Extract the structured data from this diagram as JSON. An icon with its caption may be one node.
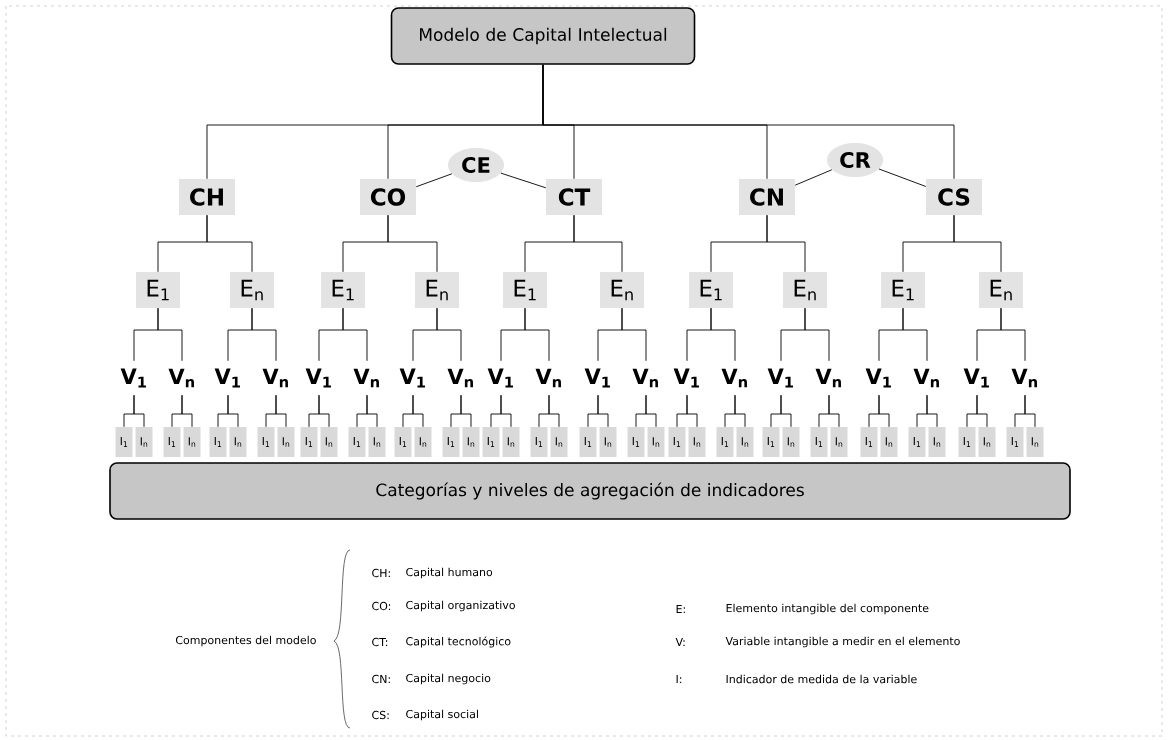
{
  "diagram": {
    "nodes": [
      {
        "text": [
          "Modelo de Capital Intelectual"
        ]
      },
      {
        "text": [
          "CH"
        ]
      },
      {
        "text": [
          "CO"
        ]
      },
      {
        "text": [
          "CE"
        ]
      },
      {
        "text": [
          "CT"
        ]
      },
      {
        "text": [
          "CN"
        ]
      },
      {
        "text": [
          "CR"
        ]
      },
      {
        "text": [
          "CS"
        ]
      },
      {
        "text": [
          "E$_{1}$"
        ]
      },
      {
        "text": [
          "E$_{n}$"
        ]
      },
      {
        "text": [
          "E$_{1}$"
        ]
      },
      {
        "text": [
          "E$_{n}$"
        ]
      },
      {
        "text": [
          "E$_{1}$"
        ]
      },
      {
        "text": [
          "E$_{n}$"
        ]
      },
      {
        "text": [
          "E$_{1}$"
        ]
      },
      {
        "text": [
          "E$_{n}$"
        ]
      },
      {
        "text": [
          "E$_{1}$"
        ]
      },
      {
        "text": [
          "E$_{n}$"
        ]
      },
      {
        "text": [
          "V$_{1}$"
        ]
      },
      {
        "text": [
          "V$_{n}$"
        ]
      },
      {
        "text": [
          "V$_{1}$"
        ]
      },
      {
        "text": [
          "V$_{n}$"
        ]
      },
      {
        "text": [
          "V$_{1}$"
        ]
      },
      {
        "text": [
          "V$_{n}$"
        ]
      },
      {
        "text": [
          "V$_{1}$"
        ]
      },
      {
        "text": [
          "V$_{n}$"
        ]
      },
      {
        "text": [
          "V$_{1}$"
        ]
      },
      {
        "text": [
          "V$_{n}$"
        ]
      },
      {
        "text": [
          "V$_{1}$"
        ]
      },
      {
        "text": [
          "V$_{n}$"
        ]
      },
      {
        "text": [
          "V$_{1}$"
        ]
      },
      {
        "text": [
          "V$_{n}$"
        ]
      },
      {
        "text": [
          "V$_{1}$"
        ]
      },
      {
        "text": [
          "V$_{n}$"
        ]
      },
      {
        "text": [
          "V$_{1}$"
        ]
      },
      {
        "text": [
          "V$_{n}$"
        ]
      },
      {
        "text": [
          "V$_{1}$"
        ]
      },
      {
        "text": [
          "V$_{n}$"
        ]
      },
      {
        "text": [
          "I$_{1}$"
        ]
      },
      {
        "text": [
          "I$_{n}$"
        ]
      },
      {
        "text": [
          "I$_{1}$"
        ]
      },
      {
        "text": [
          "I$_{n}$"
        ]
      },
      {
        "text": [
          "I$_{1}$"
        ]
      },
      {
        "text": [
          "I$_{n}$"
        ]
      },
      {
        "text": [
          "I$_{1}$"
        ]
      },
      {
        "text": [
          "I$_{n}$"
        ]
      },
      {
        "text": [
          "I$_{1}$"
        ]
      },
      {
        "text": [
          "I$_{n}$"
        ]
      },
      {
        "text": [
          "I$_{1}$"
        ]
      },
      {
        "text": [
          "I$_{n}$"
        ]
      },
      {
        "text": [
          "I$_{1}$"
        ]
      },
      {
        "text": [
          "I$_{n}$"
        ]
      },
      {
        "text": [
          "I$_{1}$"
        ]
      },
      {
        "text": [
          "I$_{n}$"
        ]
      },
      {
        "text": [
          "I$_{1}$"
        ]
      },
      {
        "text": [
          "I$_{n}$"
        ]
      },
      {
        "text": [
          "I$_{1}$"
        ]
      },
      {
        "text": [
          "I$_{n}$"
        ]
      },
      {
        "text": [
          "I$_{1}$"
        ]
      },
      {
        "text": [
          "I$_{n}$"
        ]
      },
      {
        "text": [
          "I$_{1}$"
        ]
      },
      {
        "text": [
          "I$_{n}$"
        ]
      },
      {
        "text": [
          "I$_{1}$"
        ]
      },
      {
        "text": [
          "I$_{n}$"
        ]
      },
      {
        "text": [
          "I$_{1}$"
        ]
      },
      {
        "text": [
          "I$_{n}$"
        ]
      },
      {
        "text": [
          "I$_{1}$"
        ]
      },
      {
        "text": [
          "I$_{n}$"
        ]
      },
      {
        "text": [
          "I$_{1}$"
        ]
      },
      {
        "text": [
          "I$_{n}$"
        ]
      },
      {
        "text": [
          "I$_{1}$"
        ]
      },
      {
        "text": [
          "I$_{n}$"
        ]
      },
      {
        "text": [
          "I$_{1}$"
        ]
      },
      {
        "text": [
          "I$_{n}$"
        ]
      },
      {
        "text": [
          "I$_{1}$"
        ]
      },
      {
        "text": [
          "I$_{n}$"
        ]
      },
      {
        "text": [
          "I$_{1}$"
        ]
      },
      {
        "text": [
          "I$_{n}$"
        ]
      },
      {
        "text": [
          "Categorías y niveles de agregación de indicadores"
        ]
      }
    ],
    "edges": [
      {
        "from": 0,
        "to": 1,
        "arrow": "none"
      },
      {
        "from": 0,
        "to": 2,
        "arrow": "none"
      },
      {
        "from": 0,
        "to": 4,
        "arrow": "none"
      },
      {
        "from": 0,
        "to": 5,
        "arrow": "none"
      },
      {
        "from": 0,
        "to": 7,
        "arrow": "none"
      },
      {
        "from": 3,
        "to": 2,
        "arrow": "none"
      },
      {
        "from": 3,
        "to": 4,
        "arrow": "none"
      },
      {
        "from": 6,
        "to": 5,
        "arrow": "none"
      },
      {
        "from": 6,
        "to": 7,
        "arrow": "none"
      },
      {
        "from": 1,
        "to": 8,
        "arrow": "none"
      },
      {
        "from": 1,
        "to": 9,
        "arrow": "none"
      },
      {
        "from": 2,
        "to": 10,
        "arrow": "none"
      },
      {
        "from": 2,
        "to": 11,
        "arrow": "none"
      },
      {
        "from": 4,
        "to": 12,
        "arrow": "none"
      },
      {
        "from": 4,
        "to": 13,
        "arrow": "none"
      },
      {
        "from": 5,
        "to": 14,
        "arrow": "none"
      },
      {
        "from": 5,
        "to": 15,
        "arrow": "none"
      },
      {
        "from": 7,
        "to": 16,
        "arrow": "none"
      },
      {
        "from": 7,
        "to": 17,
        "arrow": "none"
      },
      {
        "from": 8,
        "to": 18,
        "arrow": "none"
      },
      {
        "from": 8,
        "to": 19,
        "arrow": "none"
      },
      {
        "from": 9,
        "to": 20,
        "arrow": "none"
      },
      {
        "from": 9,
        "to": 21,
        "arrow": "none"
      },
      {
        "from": 10,
        "to": 22,
        "arrow": "none"
      },
      {
        "from": 10,
        "to": 23,
        "arrow": "none"
      },
      {
        "from": 11,
        "to": 24,
        "arrow": "none"
      },
      {
        "from": 11,
        "to": 25,
        "arrow": "none"
      },
      {
        "from": 12,
        "to": 26,
        "arrow": "none"
      },
      {
        "from": 12,
        "to": 27,
        "arrow": "none"
      },
      {
        "from": 13,
        "to": 28,
        "arrow": "none"
      },
      {
        "from": 13,
        "to": 29,
        "arrow": "none"
      },
      {
        "from": 14,
        "to": 30,
        "arrow": "none"
      },
      {
        "from": 14,
        "to": 31,
        "arrow": "none"
      },
      {
        "from": 15,
        "to": 32,
        "arrow": "none"
      },
      {
        "from": 15,
        "to": 33,
        "arrow": "none"
      },
      {
        "from": 16,
        "to": 34,
        "arrow": "none"
      },
      {
        "from": 16,
        "to": 35,
        "arrow": "none"
      },
      {
        "from": 17,
        "to": 36,
        "arrow": "none"
      },
      {
        "from": 17,
        "to": 37,
        "arrow": "none"
      },
      {
        "from": 18,
        "to": 38,
        "arrow": "none"
      },
      {
        "from": 18,
        "to": 39,
        "arrow": "none"
      },
      {
        "from": 19,
        "to": 40,
        "arrow": "none"
      },
      {
        "from": 19,
        "to": 41,
        "arrow": "none"
      },
      {
        "from": 20,
        "to": 42,
        "arrow": "none"
      },
      {
        "from": 20,
        "to": 43,
        "arrow": "none"
      },
      {
        "from": 21,
        "to": 44,
        "arrow": "none"
      },
      {
        "from": 21,
        "to": 45,
        "arrow": "none"
      },
      {
        "from": 22,
        "to": 46,
        "arrow": "none"
      },
      {
        "from": 22,
        "to": 47,
        "arrow": "none"
      },
      {
        "from": 23,
        "to": 48,
        "arrow": "none"
      },
      {
        "from": 23,
        "to": 49,
        "arrow": "none"
      },
      {
        "from": 24,
        "to": 50,
        "arrow": "none"
      },
      {
        "from": 24,
        "to": 51,
        "arrow": "none"
      },
      {
        "from": 25,
        "to": 52,
        "arrow": "none"
      },
      {
        "from": 25,
        "to": 53,
        "arrow": "none"
      },
      {
        "from": 26,
        "to": 54,
        "arrow": "none"
      },
      {
        "from": 26,
        "to": 55,
        "arrow": "none"
      },
      {
        "from": 27,
        "to": 56,
        "arrow": "none"
      },
      {
        "from": 27,
        "to": 57,
        "arrow": "none"
      },
      {
        "from": 28,
        "to": 58,
        "arrow": "none"
      },
      {
        "from": 28,
        "to": 59,
        "arrow": "none"
      },
      {
        "from": 29,
        "to": 60,
        "arrow": "none"
      },
      {
        "from": 29,
        "to": 61,
        "arrow": "none"
      },
      {
        "from": 30,
        "to": 62,
        "arrow": "none"
      },
      {
        "from": 30,
        "to": 63,
        "arrow": "none"
      },
      {
        "from": 31,
        "to": 64,
        "arrow": "none"
      },
      {
        "from": 31,
        "to": 65,
        "arrow": "none"
      },
      {
        "from": 32,
        "to": 66,
        "arrow": "none"
      },
      {
        "from": 32,
        "to": 67,
        "arrow": "none"
      },
      {
        "from": 33,
        "to": 68,
        "arrow": "none"
      },
      {
        "from": 33,
        "to": 69,
        "arrow": "none"
      },
      {
        "from": 34,
        "to": 70,
        "arrow": "none"
      },
      {
        "from": 34,
        "to": 71,
        "arrow": "none"
      },
      {
        "from": 35,
        "to": 72,
        "arrow": "none"
      },
      {
        "from": 35,
        "to": 73,
        "arrow": "none"
      },
      {
        "from": 36,
        "to": 74,
        "arrow": "none"
      },
      {
        "from": 36,
        "to": 75,
        "arrow": "none"
      },
      {
        "from": 37,
        "to": 76,
        "arrow": "none"
      },
      {
        "from": 37,
        "to": 77,
        "arrow": "none"
      }
    ],
    "labels": [
      "Componentes del modelo",
      "CH:",
      "Capital humano",
      "CO:",
      "Capital organizativo",
      "CT:",
      "Capital tecnológico",
      "CN:",
      "Capital negocio",
      "CS:",
      "Capital social",
      "E:",
      "Elemento intangible del componente",
      "V:",
      "Variable intangible a medir en el elemento",
      "I:",
      "Indicador de medida de la variable"
    ]
  }
}
